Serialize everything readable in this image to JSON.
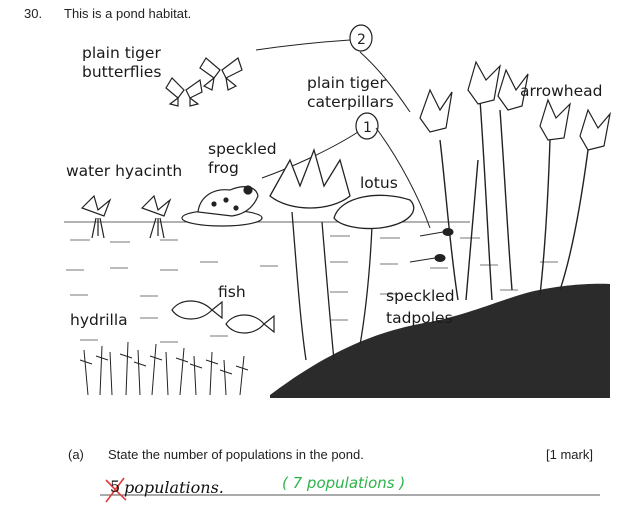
{
  "question": {
    "number": "30.",
    "text": "This is a pond habitat."
  },
  "diagram": {
    "labels": {
      "butterflies_line1": "plain tiger",
      "butterflies_line2": "butterflies",
      "caterpillars_line1": "plain tiger",
      "caterpillars_line2": "caterpillars",
      "arrowhead": "arrowhead",
      "frog_line1": "speckled",
      "frog_line2": "frog",
      "water_hyacinth": "water hyacinth",
      "lotus": "lotus",
      "fish": "fish",
      "hydrilla": "hydrilla",
      "tadpoles_line1": "speckled",
      "tadpoles_line2": "tadpoles"
    },
    "markers": {
      "circle_2": "2",
      "circle_1": "1"
    }
  },
  "part_a": {
    "label": "(a)",
    "text": "State the number of populations in the pond.",
    "marks": "[1 mark]",
    "answer_number": "5",
    "answer_text": "populations.",
    "correction": "( 7 populations )"
  },
  "colors": {
    "ink": "#1a1a1a",
    "correction": "#2db34a",
    "mark_red": "#e03a3a",
    "ground": "#2b2b2b"
  }
}
